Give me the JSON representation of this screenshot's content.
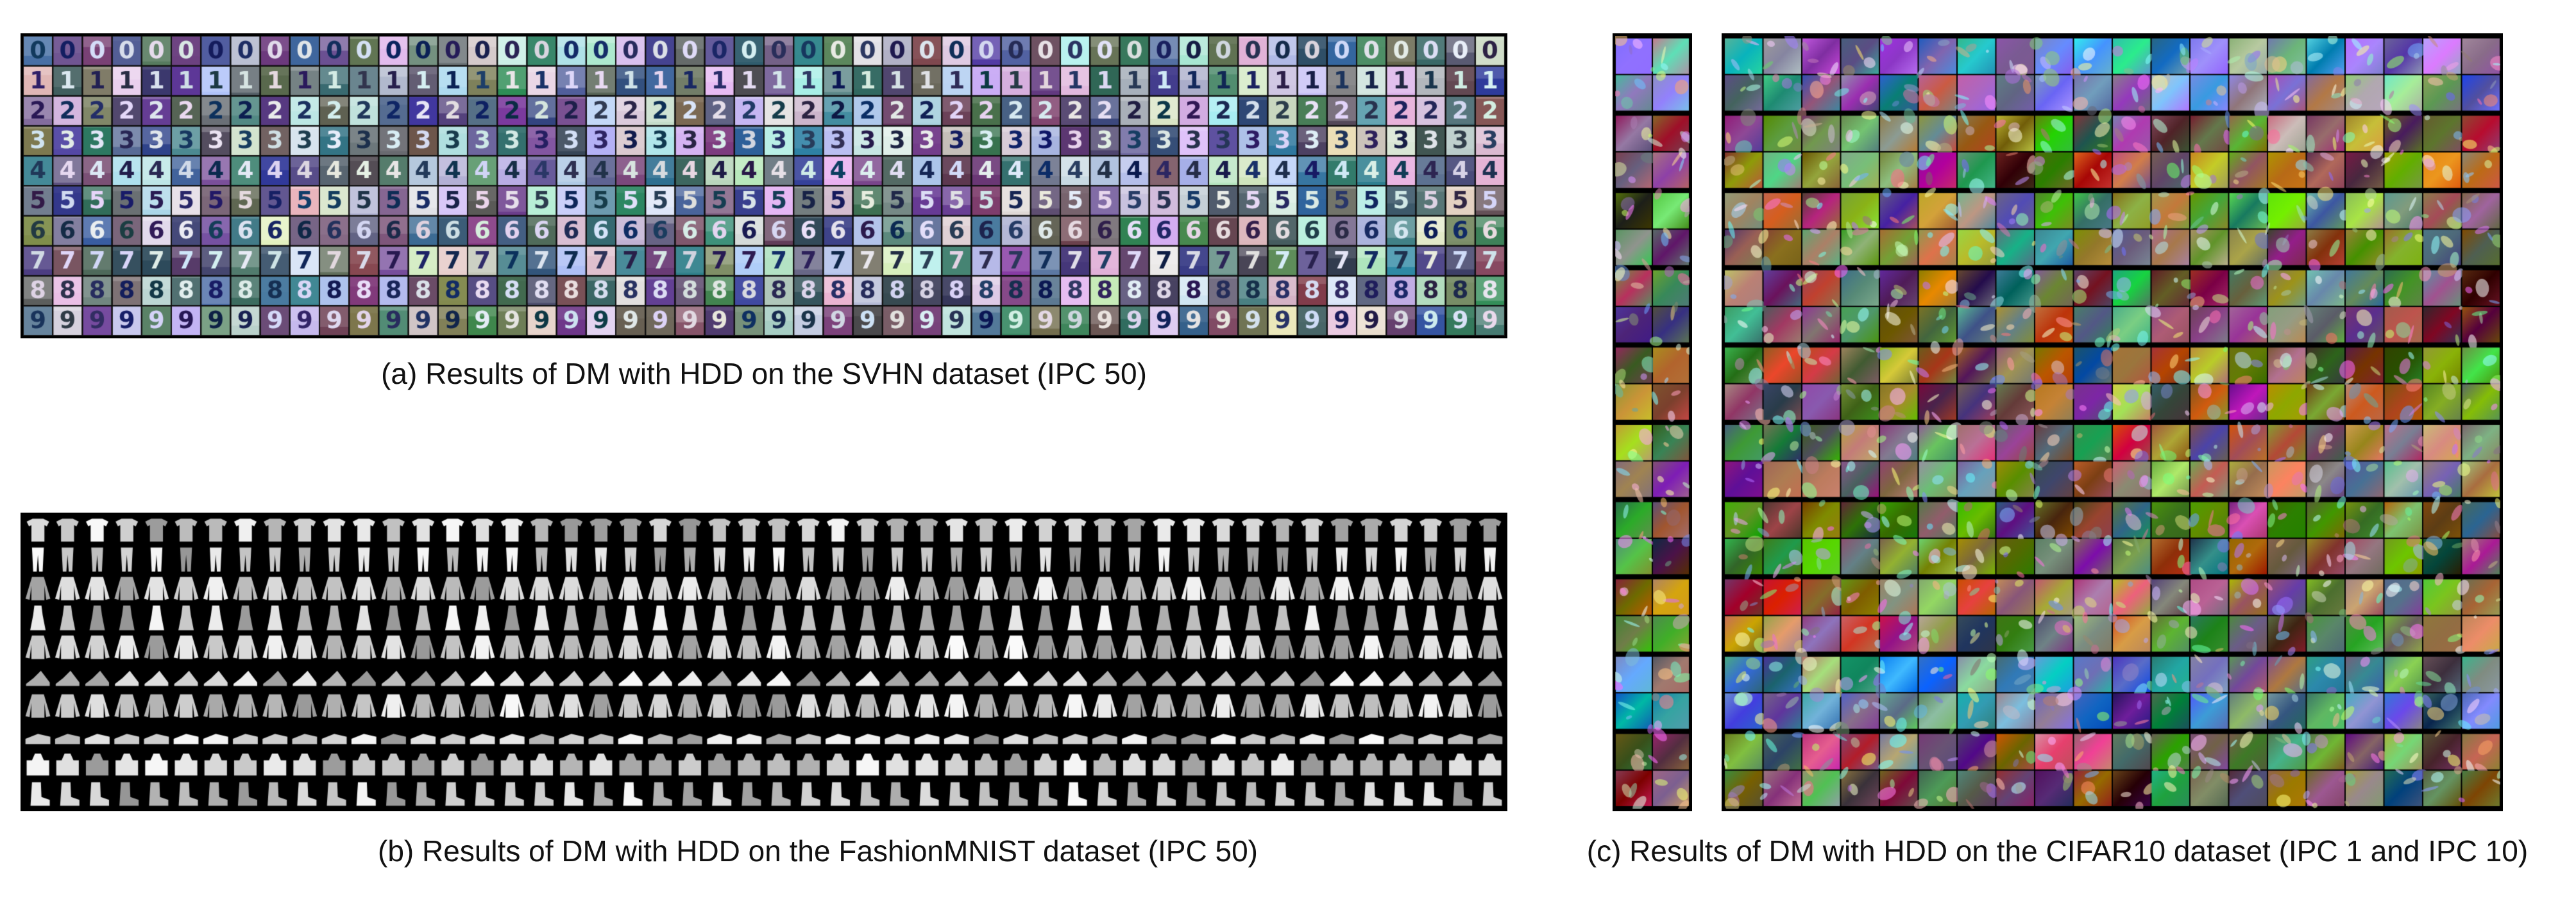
{
  "figure": {
    "panel_a": {
      "caption": "(a) Results of DM with HDD on the SVHN dataset (IPC 50)",
      "dataset": "SVHN",
      "ipc": 50,
      "rows": 10,
      "cols": 50,
      "colors": {
        "bg": "#5a6478",
        "digit": "#1e2a55",
        "light": "#c9ced8"
      }
    },
    "panel_b": {
      "caption": "(b) Results of DM with HDD on the FashionMNIST dataset (IPC 50)",
      "dataset": "FashionMNIST",
      "ipc": 50,
      "rows": 10,
      "cols": 50,
      "colors": {
        "bg": "#000000",
        "item": "#d9d9d9"
      }
    },
    "panel_c": {
      "caption": "(c) Results of DM with HDD on the CIFAR10 dataset (IPC 1 and IPC 10)",
      "dataset": "CIFAR10",
      "ipc_left": 1,
      "ipc_right": 10,
      "rows": 10,
      "cols_left": 1,
      "cols_right": 10,
      "colors": {
        "class_palette": [
          "#6f8fb8",
          "#8a6a5a",
          "#7c8a4a",
          "#7a6a5a",
          "#7a6a48",
          "#8a7456",
          "#5f7a3a",
          "#8a6a50",
          "#5a7a9a",
          "#7a5a5a"
        ]
      }
    }
  }
}
